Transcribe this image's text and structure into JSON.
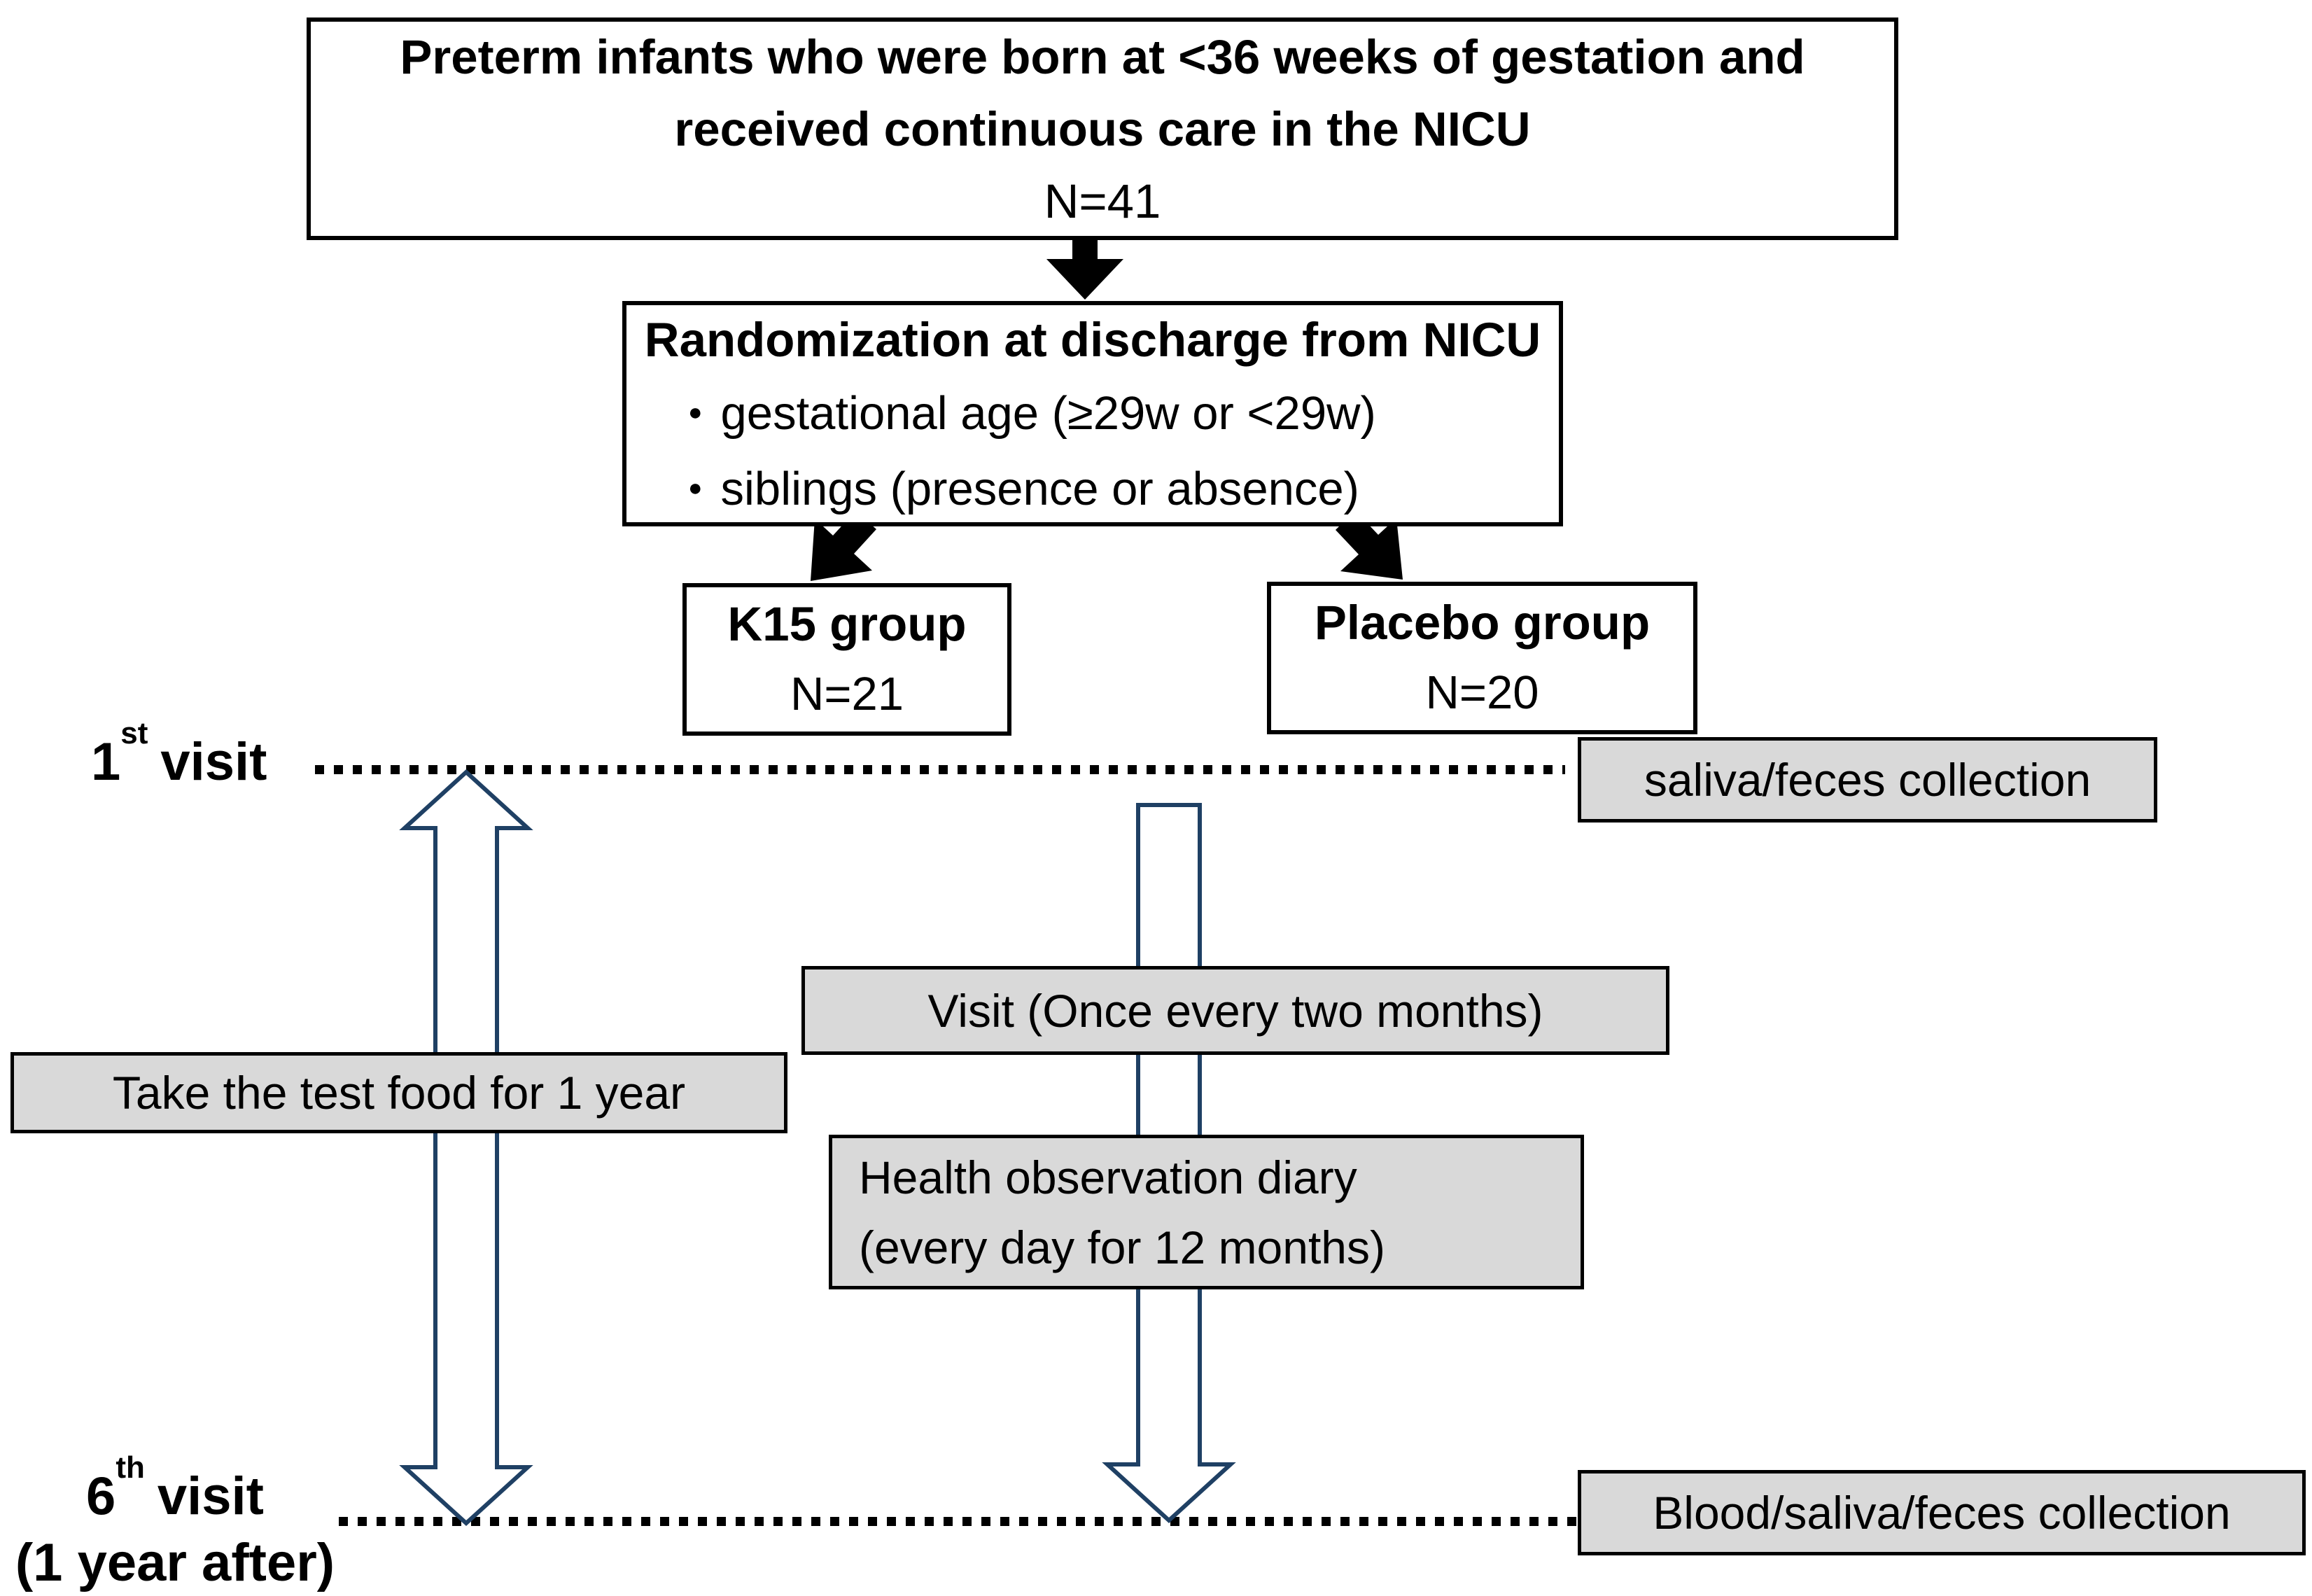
{
  "top_box": {
    "line1": "Preterm infants who were born at <36 weeks of gestation and",
    "line2": "received continuous care in the NICU",
    "n": "N=41"
  },
  "randomization_box": {
    "title": "Randomization at discharge from NICU",
    "bullets": [
      "gestational age (≥29w or <29w)",
      "siblings (presence or absence)"
    ]
  },
  "groups": [
    {
      "name": "K15 group",
      "n": "N=21"
    },
    {
      "name": "Placebo group",
      "n": "N=20"
    }
  ],
  "timeline": {
    "first_visit": {
      "number": "1",
      "ordinal": "st",
      "word": "visit"
    },
    "sixth_visit": {
      "number": "6",
      "ordinal": "th",
      "word": "visit",
      "sub_label": "(1 year after)"
    }
  },
  "interventions": {
    "test_food": "Take the test food for 1 year",
    "visit_frequency": "Visit (Once every two months)",
    "diary_line1": "Health observation diary",
    "diary_line2": "(every day for 12 months)"
  },
  "collections": {
    "first_visit": "saliva/feces collection",
    "sixth_visit": "Blood/saliva/feces collection"
  },
  "colors": {
    "gray_fill": "#d9d9d9",
    "arrow_outline": "#1f4064",
    "line_color": "#000000"
  }
}
